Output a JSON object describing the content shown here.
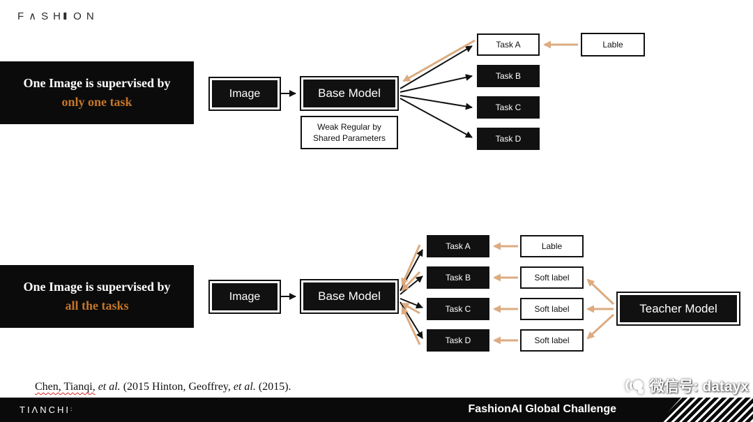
{
  "logo": {
    "part1": "F∧SH",
    "bar": "I",
    "part2": "ON"
  },
  "diagram_top": {
    "caption_line1": "One Image is supervised by",
    "caption_line2": "only one task",
    "image_label": "Image",
    "base_model_label": "Base Model",
    "weak_regular_line1": "Weak Regular by",
    "weak_regular_line2": "Shared Parameters",
    "tasks": [
      "Task A",
      "Task B",
      "Task C",
      "Task D"
    ],
    "label_box": "Lable"
  },
  "diagram_bottom": {
    "caption_line1": "One Image is supervised by",
    "caption_line2": "all the tasks",
    "image_label": "Image",
    "base_model_label": "Base Model",
    "tasks": [
      "Task A",
      "Task B",
      "Task C",
      "Task D"
    ],
    "label_box": "Lable",
    "soft_label_1": "Soft label",
    "soft_label_2": "Soft label",
    "soft_label_3": "Soft label",
    "teacher_model_label": "Teacher Model"
  },
  "citation": {
    "part1": "Chen, Tianqi,",
    "part2": " et al. ",
    "part3": "(2015 Hinton, Geoffrey,",
    "part4": " et al. ",
    "part5": "(2015)."
  },
  "footer": {
    "logo": "TIΛNCHI",
    "logo_mark": "∶",
    "title": "FashionAI  Global Challenge"
  },
  "watermark": {
    "text": "微信号: datayx"
  },
  "colors": {
    "accent_orange": "#c4762a",
    "arrow_tan": "#dcab80",
    "node_black": "#111111"
  }
}
